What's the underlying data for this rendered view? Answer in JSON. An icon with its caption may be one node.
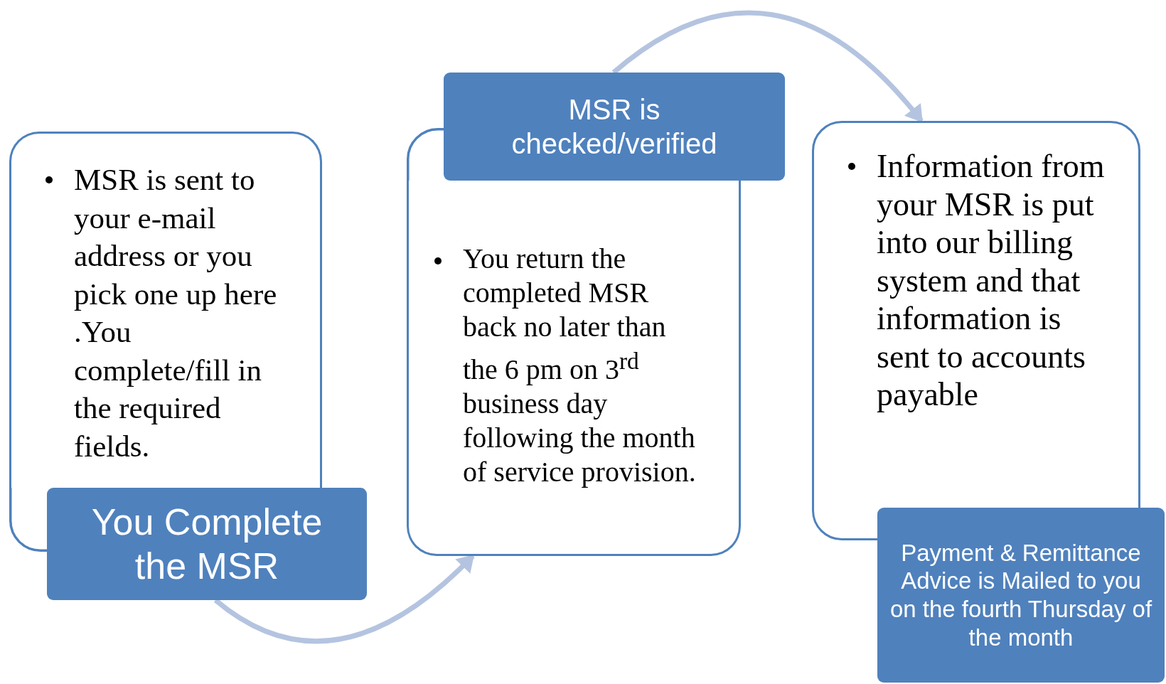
{
  "diagram": {
    "nodes": [
      {
        "text": [
          "MSR is sent to your e-mail address or you pick one up here .You complete/fill in the required fields."
        ]
      },
      {
        "text": [
          "You Complete the MSR"
        ]
      },
      {
        "text": [
          "You return the completed MSR back no later than the 6 pm on 3$^{rd}$ business day following the month of service provision."
        ]
      },
      {
        "text": [
          "MSR is checked/verified"
        ]
      },
      {
        "text": [
          "Information from your MSR is put into our billing system and that information is sent to accounts payable"
        ]
      },
      {
        "text": [
          "Payment & Remittance Advice is Mailed to you on the fourth Thursday of the month"
        ]
      }
    ],
    "edges": [
      {
        "from": 1,
        "to": 2,
        "arrow": "to"
      },
      {
        "from": 3,
        "to": 4,
        "arrow": "to"
      }
    ]
  }
}
